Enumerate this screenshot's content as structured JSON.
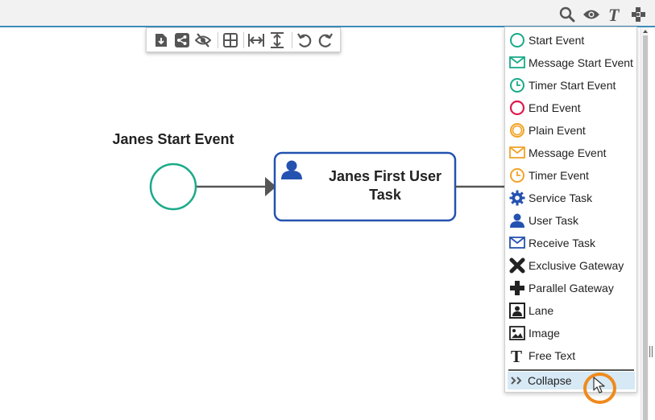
{
  "header": {
    "icons": [
      "search-icon",
      "eye-icon",
      "text-icon",
      "puzzle-icon"
    ]
  },
  "toolbar": {
    "buttons": [
      "export-icon",
      "share-icon",
      "hide-icon",
      "grid-icon",
      "fit-width-icon",
      "fit-height-icon",
      "undo-icon",
      "redo-icon"
    ]
  },
  "diagram": {
    "start_event_label": "Janes Start Event",
    "user_task_label": "Janes First User Task",
    "colors": {
      "start": "#1aaa8a",
      "task": "#2452b0",
      "flow": "#555555"
    }
  },
  "panel": {
    "items": [
      {
        "label": "Start Event",
        "icon": "start-event-icon"
      },
      {
        "label": "Message Start Event",
        "icon": "message-start-event-icon"
      },
      {
        "label": "Timer Start Event",
        "icon": "timer-start-event-icon"
      },
      {
        "label": "End Event",
        "icon": "end-event-icon"
      },
      {
        "label": "Plain Event",
        "icon": "plain-event-icon"
      },
      {
        "label": "Message Event",
        "icon": "message-event-icon"
      },
      {
        "label": "Timer Event",
        "icon": "timer-event-icon"
      },
      {
        "label": "Service Task",
        "icon": "service-task-icon"
      },
      {
        "label": "User Task",
        "icon": "user-task-icon"
      },
      {
        "label": "Receive Task",
        "icon": "receive-task-icon"
      },
      {
        "label": "Exclusive Gateway",
        "icon": "exclusive-gateway-icon"
      },
      {
        "label": "Parallel Gateway",
        "icon": "parallel-gateway-icon"
      },
      {
        "label": "Lane",
        "icon": "lane-icon"
      },
      {
        "label": "Image",
        "icon": "image-icon"
      },
      {
        "label": "Free Text",
        "icon": "free-text-icon"
      }
    ],
    "collapse_label": "Collapse",
    "colors": {
      "green": "#1aaa8a",
      "red": "#e0194f",
      "orange": "#f2a329",
      "blue": "#2452b0",
      "highlight": "#d6e9f5"
    }
  }
}
